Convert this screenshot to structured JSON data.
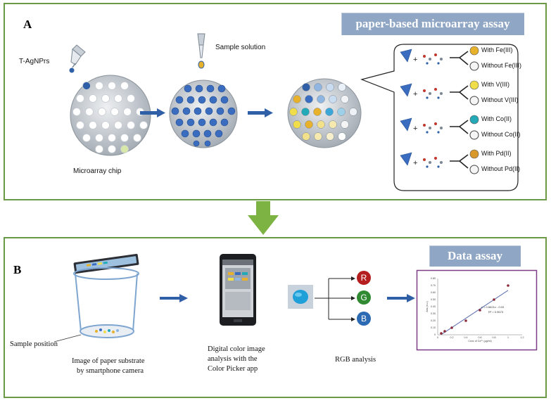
{
  "panel_a": {
    "letter": "A",
    "banner": "paper-based microarray assay",
    "t_agnprs_label": "T-AgNPrs",
    "sample_solution_label": "Sample solution",
    "microarray_chip_label": "Microarray chip",
    "reactions": [
      {
        "with": "With Fe(III)",
        "without": "Without Fe(III)",
        "color": "#e8b12c"
      },
      {
        "with": "With V(III)",
        "without": "Without V(III)",
        "color": "#f0dd4a"
      },
      {
        "with": "With Co(II)",
        "without": "Without Co(II)",
        "color": "#23a9b8"
      },
      {
        "with": "With Pd(II)",
        "without": "Without Pd(II)",
        "color": "#d9982a"
      }
    ]
  },
  "panel_b": {
    "letter": "B",
    "banner": "Data assay",
    "sample_position_label": "Sample position",
    "camera_caption_line1": "Image of paper substrate",
    "camera_caption_line2": "by smartphone camera",
    "app_caption_line1": "Digital color image",
    "app_caption_line2": "analysis  with the",
    "app_caption_line3": "Color Picker app",
    "rgb_caption": "RGB analysis",
    "rgb_letters": [
      "R",
      "G",
      "B"
    ],
    "rgb_colors": [
      "#b51e1e",
      "#2f8a32",
      "#2c6ab3"
    ]
  },
  "chart_data": {
    "type": "scatter",
    "x": [
      0.05,
      0.1,
      0.2,
      0.4,
      0.6,
      0.8,
      1.0
    ],
    "y": [
      0.02,
      0.05,
      0.1,
      0.2,
      0.35,
      0.5,
      0.7
    ],
    "xlim": [
      0,
      1.2
    ],
    "ylim": [
      0,
      0.8
    ],
    "xticks": [
      "0",
      "0.2",
      "0.4",
      "0.6",
      "0.8",
      "1",
      "1.2"
    ],
    "yticks": [
      "0",
      "0.10",
      "0.20",
      "0.30",
      "0.40",
      "0.50",
      "0.60",
      "0.70",
      "0.80"
    ],
    "xlabel": "Conc of Co²⁺ (μg/ml)",
    "ylabel": "Abs (a.u.)",
    "equation": "y = 0.6621x - 0.03",
    "r2": "R² = 0.9673",
    "trendline": {
      "slope": 0.6621,
      "intercept": -0.03
    },
    "colors": {
      "marker": "#8b2a3a",
      "line": "#5b6fb0",
      "frame": "#7a3d86"
    }
  },
  "colors": {
    "panel_border": "#6a9a45",
    "banner": "#8fa6c4",
    "arrow_blue": "#2f5fa7",
    "down_arrow": "#7cb342"
  }
}
